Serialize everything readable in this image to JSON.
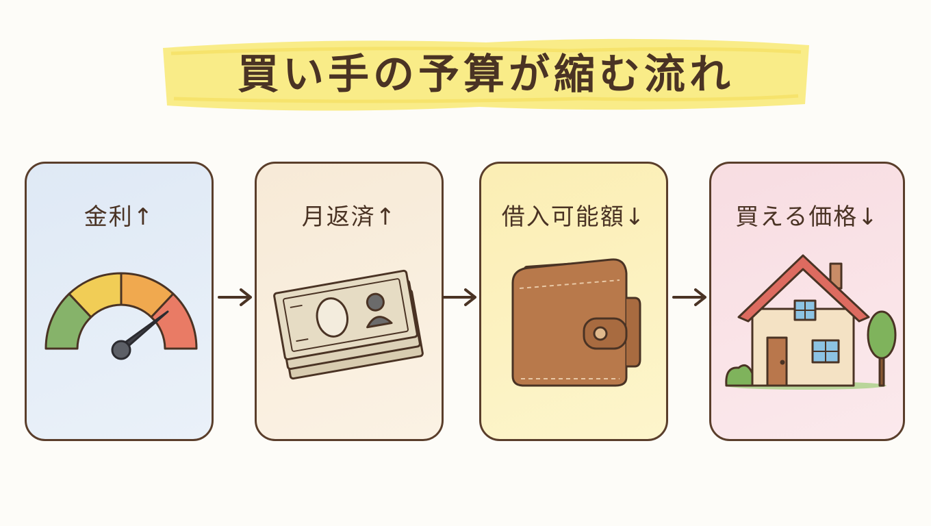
{
  "title": "買い手の予算が縮む流れ",
  "steps": [
    {
      "label": "金利↑",
      "icon": "speedometer-gauge-icon"
    },
    {
      "label": "月返済↑",
      "icon": "banknotes-icon"
    },
    {
      "label": "借入可能額↓",
      "icon": "wallet-icon"
    },
    {
      "label": "買える価格↓",
      "icon": "house-icon"
    }
  ],
  "colors": {
    "title_highlight": "#f8ea7e",
    "outline": "#5a3e2b",
    "card1_bg": "#dfe9f5",
    "card2_bg": "#f7ead7",
    "card3_bg": "#fbeeb4",
    "card4_bg": "#f8dde2"
  }
}
